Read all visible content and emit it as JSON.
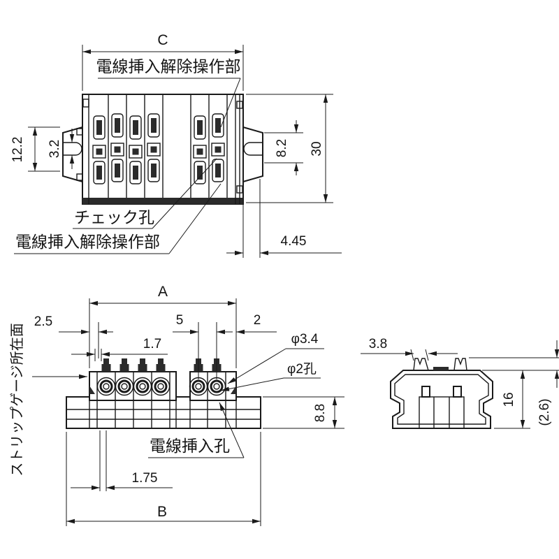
{
  "top_view": {
    "dim_c": "C",
    "label_release_top": "電線挿入解除操作部",
    "label_check_hole": "チェック孔",
    "label_release_bottom": "電線挿入解除操作部",
    "dim_tab_height": "12.2",
    "dim_slot_height": "3.2",
    "dim_right_tab_height": "8.2",
    "dim_overall_depth": "30",
    "dim_tab_offset": "4.45"
  },
  "front_view": {
    "dim_a": "A",
    "dim_left_offset": "2.5",
    "dim_pole_pitch": "5",
    "dim_edge_offset": "2",
    "dim_pin_offset": "1.7",
    "label_dia_3_4": "φ3.4",
    "label_dia_2_hole": "φ2孔",
    "label_strip_gauge": "ストリップゲージ所在面",
    "dim_base_height": "8.8",
    "label_wire_insert_hole": "電線挿入孔",
    "dim_hole_offset": "1.75",
    "dim_b": "B"
  },
  "side_view": {
    "dim_latch_width": "3.8",
    "dim_height": "16",
    "dim_latch_height": "(2.6)"
  },
  "colors": {
    "line": "#1a1a1a",
    "dark_fill": "#2b2b2b",
    "background": "#ffffff"
  }
}
